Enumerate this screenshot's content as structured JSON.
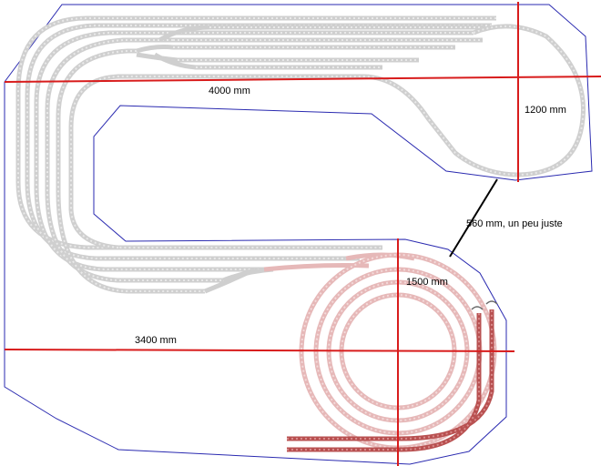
{
  "dimensions": {
    "upper_width": "4000 mm",
    "upper_depth": "1200 mm",
    "gap": "560 mm, un peu juste",
    "helix_diameter": "1500 mm",
    "lower_width": "3400 mm"
  },
  "colors": {
    "board_outline": "#2a2ab0",
    "dimension_lines": "#d81c1c",
    "track": "#cfcfcf",
    "helix_track": "#e6b8b8",
    "ramp_track": "#b85050"
  }
}
